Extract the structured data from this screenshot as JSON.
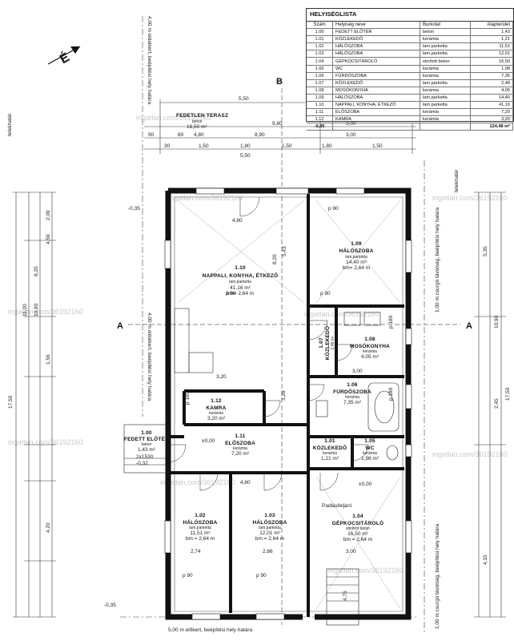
{
  "legend": {
    "title": "HELYISÉGLISTA",
    "headers": {
      "num": "Szám",
      "name": "Helyiség neve",
      "cover": "Burkolat",
      "area": "Alapterület"
    },
    "rows": [
      {
        "num": "1.00",
        "name": "FEDETT ELŐTÉR",
        "cover": "beton",
        "area": "1,43"
      },
      {
        "num": "1.01",
        "name": "KÖZLEKEDŐ",
        "cover": "kerámia",
        "area": "1,21"
      },
      {
        "num": "1.02",
        "name": "HÁLÓSZOBA",
        "cover": "lam.parketta",
        "area": "11,51"
      },
      {
        "num": "1.03",
        "name": "HÁLÓSZOBA",
        "cover": "lam.parketta",
        "area": "12,01"
      },
      {
        "num": "1.04",
        "name": "GÉPKOCSITÁROLÓ",
        "cover": "simított beton",
        "area": "16,50"
      },
      {
        "num": "1.05",
        "name": "WC",
        "cover": "kerámia",
        "area": "1,98"
      },
      {
        "num": "1.06",
        "name": "FÜRDŐSZOBA",
        "cover": "kerámia",
        "area": "7,35"
      },
      {
        "num": "1.07",
        "name": "KÖZLEKEDŐ",
        "cover": "lam.parketta",
        "area": "2,48"
      },
      {
        "num": "1.08",
        "name": "MOSÓKONYHA",
        "cover": "kerámia",
        "area": "4,05"
      },
      {
        "num": "1.09",
        "name": "HÁLÓSZOBA",
        "cover": "lam.parketta",
        "area": "14,40"
      },
      {
        "num": "1.10",
        "name": "NAPPALI, KONYHA, ÉTKEZŐ",
        "cover": "lam.parketta",
        "area": "41,16"
      },
      {
        "num": "1.11",
        "name": "ELŐSZOBA",
        "cover": "kerámia",
        "area": "7,20"
      },
      {
        "num": "1.12",
        "name": "KAMRA",
        "cover": "kerámia",
        "area": "3,20"
      }
    ],
    "total_level": "-0,35",
    "total": "124,48 m²"
  },
  "rooms": [
    {
      "num": "1.10",
      "name": "NAPPALI, KONYHA, ÉTKEZŐ",
      "cover": "lam.parketta",
      "area": "41,16 m²",
      "height": "bm= 2,64 m"
    },
    {
      "num": "1.09",
      "name": "HÁLÓSZOBA",
      "cover": "lam.parketta",
      "area": "14,40 m²",
      "height": "bm= 2,64 m"
    },
    {
      "num": "1.07",
      "name": "KÖZLEKEDŐ",
      "cover": "lam.parketta",
      "area": "2,48 m²",
      "height": ""
    },
    {
      "num": "1.08",
      "name": "MOSÓKONYHA",
      "cover": "kerámia",
      "area": "4,05 m²",
      "height": ""
    },
    {
      "num": "1.06",
      "name": "FÜRDŐSZOBA",
      "cover": "kerámia",
      "area": "7,35 m²",
      "height": ""
    },
    {
      "num": "1.12",
      "name": "KAMRA",
      "cover": "kerámia",
      "area": "3,20 m²",
      "height": ""
    },
    {
      "num": "1.11",
      "name": "ELŐSZOBA",
      "cover": "kerámia",
      "area": "7,20 m²",
      "height": ""
    },
    {
      "num": "1.01",
      "name": "KÖZLEKEDŐ",
      "cover": "kerámia",
      "area": "1,21 m²",
      "height": ""
    },
    {
      "num": "1.05",
      "name": "WC",
      "cover": "kerámia",
      "area": "1,98 m²",
      "height": ""
    },
    {
      "num": "1.00",
      "name": "FEDETT ELŐTÉR",
      "cover": "beton",
      "area": "1,43 m²",
      "height": ""
    },
    {
      "num": "1.02",
      "name": "HÁLÓSZOBA",
      "cover": "lam.parketta",
      "area": "11,51 m²",
      "height": "bm = 2,64 m"
    },
    {
      "num": "1.03",
      "name": "HÁLÓSZOBA",
      "cover": "lam.parketta",
      "area": "12,01 m²",
      "height": "bm = 2,64 m"
    },
    {
      "num": "1.04",
      "name": "GÉPKOCSITÁROLÓ",
      "cover": "simított beton",
      "area": "16,50 m²",
      "height": "bm = 2,64 m"
    }
  ],
  "terrace": {
    "name": "FEDETLEN TERASZ",
    "cover": "beton",
    "area": "16,50 m²"
  },
  "annotations": {
    "north": "É",
    "section_a": "A",
    "section_b": "B",
    "boundary": "telekhatár",
    "setback_4m": "4,00 m oldalkert, beépítési hely határa",
    "setback_1m": "1,00 m csurgó távolság, beépítési hely határa",
    "setback_5m": "5,00 m előkert, beépítési hely határa",
    "level_zero": "±0,00",
    "level_minus": "-0,35",
    "level_minus32": "-0,32",
    "pad_label": "Padlásfeljáró",
    "door_2x": "2x1530",
    "watermark": "ingatlan.com/36192160"
  },
  "dims": {
    "top_550": "5,50",
    "top_980": "9,80",
    "top_890": "8,90",
    "top_300": "3,00",
    "top_480": "4,80",
    "top_150": "1,50",
    "top_180": "1,80",
    "top_90": "90",
    "top_30": "30",
    "top_60": "60",
    "mid_480": "4,80",
    "mid_550": "5,50",
    "mid_543": "5,43",
    "mid_820": "8,20",
    "mid_320": "3,20",
    "mid_328": "3,28",
    "mid_300": "3,00",
    "bot_480": "4,80",
    "bot_274": "2,74",
    "bot_286": "2,86",
    "bot_300": "3,00",
    "bot_475": "4,75",
    "p90": "p 90",
    "p180": "p 180",
    "l_1750": "17,50",
    "l_1120": "11,20",
    "l_1090": "10,90",
    "l_820": "8,20",
    "l_459": "4,59",
    "l_209": "2,09",
    "l_156": "1,56",
    "l_420": "4,20",
    "r_535": "5,35",
    "r_415": "4,15",
    "r_1750": "17,50",
    "r_245": "2,45",
    "r_1090": "10,90"
  }
}
